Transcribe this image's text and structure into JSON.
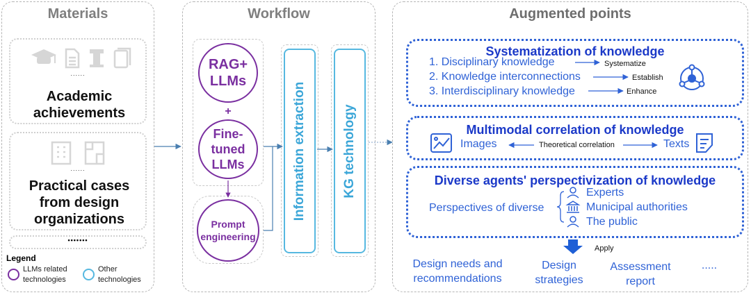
{
  "materials": {
    "title": "Materials",
    "dots_small_1": "......",
    "academic": "Academic achievements",
    "dots_small_2": "......",
    "practical": "Practical cases from design organizations",
    "dots_bottom": "•••••••",
    "legend": {
      "title": "Legend",
      "llm_label": "LLMs related technologies",
      "other_label": "Other technologies",
      "llm_color": "#7a2fa0",
      "other_color": "#56b8e0"
    }
  },
  "workflow": {
    "title": "Workflow",
    "rag": "RAG+ LLMs",
    "plus": "+",
    "fine_tuned": "Fine-tuned LLMs",
    "prompt": "Prompt engineering",
    "info_extraction": "Information extraction",
    "kg": "KG technology"
  },
  "augmented": {
    "title": "Augmented points",
    "systematization": {
      "title": "Systematization of knowledge",
      "items": [
        "1. Disciplinary knowledge",
        "2. Knowledge interconnections",
        "3. Interdisciplinary knowledge"
      ],
      "actions": [
        "Systematize",
        "Establish",
        "Enhance"
      ]
    },
    "multimodal": {
      "title": "Multimodal correlation of knowledge",
      "images": "Images",
      "relation": "Theoretical correlation",
      "texts": "Texts"
    },
    "diverse": {
      "title": "Diverse agents' perspectivization of knowledge",
      "perspectives": "Perspectives of diverse",
      "agents": [
        "Experts",
        "Municipal authorities",
        "The public"
      ]
    },
    "apply": "Apply",
    "outputs": [
      "Design needs and recommendations",
      "Design strategies",
      "Assessment report",
      "....."
    ]
  },
  "colors": {
    "accent_blue": "#2f62d6",
    "title_blue": "#1b39c8",
    "purple": "#7a2fa0",
    "cyan": "#56b8e0",
    "gray": "#7f7f7f"
  }
}
